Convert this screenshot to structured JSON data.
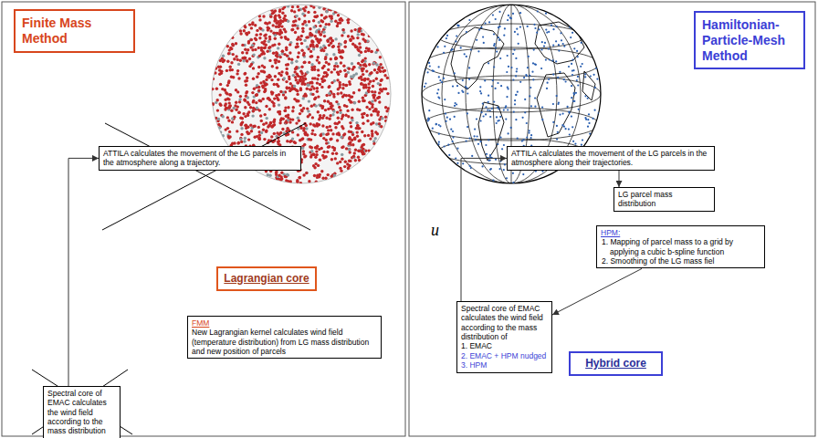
{
  "diagram": {
    "nodes": [
      {
        "text": [
          "Finite Mass Method"
        ]
      },
      {
        "text": [
          "ATTILA calculates the movement of the LG parcels in the atmosphere along a trajectory."
        ]
      },
      {
        "text": [
          "Lagrangian core"
        ]
      },
      {
        "text": [
          "FMM",
          "New Lagrangian kernel calculates wind field (temperature distribution) from LG mass distribution and new position of parcels"
        ]
      },
      {
        "text": [
          "Spectral core of EMAC calculates the wind field according to the mass distribution"
        ]
      },
      {
        "text": [
          "Hamiltonian-Particle-Mesh Method"
        ]
      },
      {
        "text": [
          "ATTILA calculates the movement of the LG parcels in the atmosphere along their trajectories."
        ]
      },
      {
        "text": [
          "LG parcel mass distribution"
        ]
      },
      {
        "text": [
          "HPM:",
          "1. Mapping of parcel mass to a grid by applying a cubic b-spline function",
          "2. Smoothing of the LG mass fiel"
        ]
      },
      {
        "text": [
          "Spectral core of EMAC calculates the wind field according to the mass distribution of",
          "1. EMAC",
          "2. EMAC + HPM nudged",
          "3. HPM"
        ]
      },
      {
        "text": [
          "Hybrid core"
        ]
      }
    ],
    "edges": [
      {
        "from": 4,
        "to": 1,
        "arrow": "to"
      },
      {
        "from": 6,
        "to": 7,
        "arrow": "to"
      },
      {
        "from": 8,
        "to": 9,
        "arrow": "to"
      },
      {
        "from": 9,
        "to": 6,
        "label": "u⃗",
        "arrow": "to"
      }
    ]
  }
}
